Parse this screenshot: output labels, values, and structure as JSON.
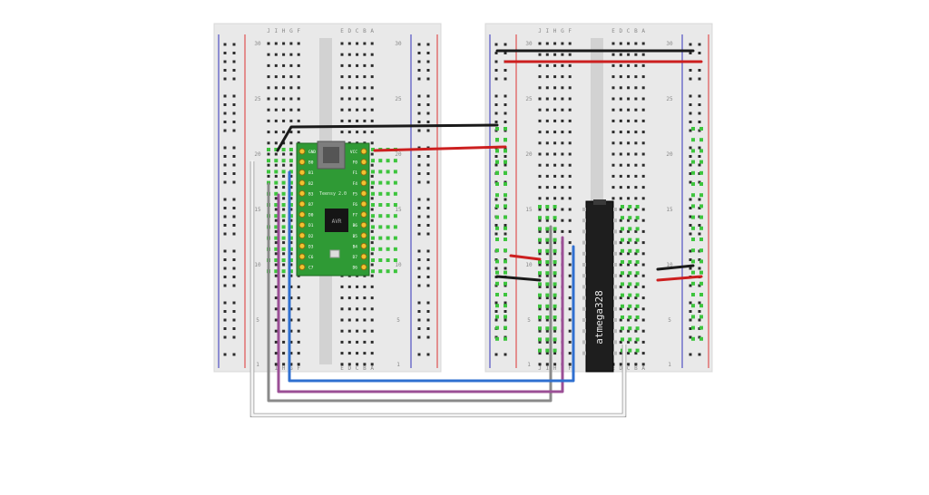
{
  "breadboards": [
    {
      "id": "left",
      "column_letters_top": [
        "J",
        "I",
        "H",
        "G",
        "F",
        "E",
        "D",
        "C",
        "B",
        "A"
      ],
      "column_letters_bottom": [
        "J",
        "I",
        "H",
        "G",
        "F",
        "E",
        "D",
        "C",
        "B",
        "A"
      ],
      "row_numbers": [
        "30",
        "25",
        "20",
        "15",
        "10",
        "5",
        "1"
      ]
    },
    {
      "id": "right",
      "column_letters_top": [
        "J",
        "I",
        "H",
        "G",
        "F",
        "E",
        "D",
        "C",
        "B",
        "A"
      ],
      "column_letters_bottom": [
        "J",
        "I",
        "H",
        "G",
        "F",
        "E",
        "D",
        "C",
        "B",
        "A"
      ],
      "row_numbers": [
        "30",
        "25",
        "20",
        "15",
        "10",
        "5",
        "1"
      ]
    }
  ],
  "teensy": {
    "name": "Teensy 2.0",
    "left_pins": [
      "GND",
      "B0",
      "B1",
      "B2",
      "B3",
      "B7",
      "D0",
      "D1",
      "D2",
      "D3",
      "C6",
      "C7"
    ],
    "right_pins": [
      "VCC",
      "F0",
      "F1",
      "F4",
      "F5",
      "F6",
      "F7",
      "B6",
      "B5",
      "B4",
      "D7",
      "D6"
    ],
    "chip_label": "AVR"
  },
  "ic": {
    "label": "atmega328"
  },
  "colors": {
    "wire_black": "#1a1a1a",
    "wire_red": "#cc1f1f",
    "wire_blue": "#2f6fd0",
    "wire_purple": "#9b4f96",
    "wire_gray": "#8a8a8a",
    "wire_white": "#f4f4f4",
    "breadboard": "#e9e9e9",
    "rail_red": "#d33",
    "rail_blue": "#33b",
    "pcb_green": "#2f9a35"
  }
}
